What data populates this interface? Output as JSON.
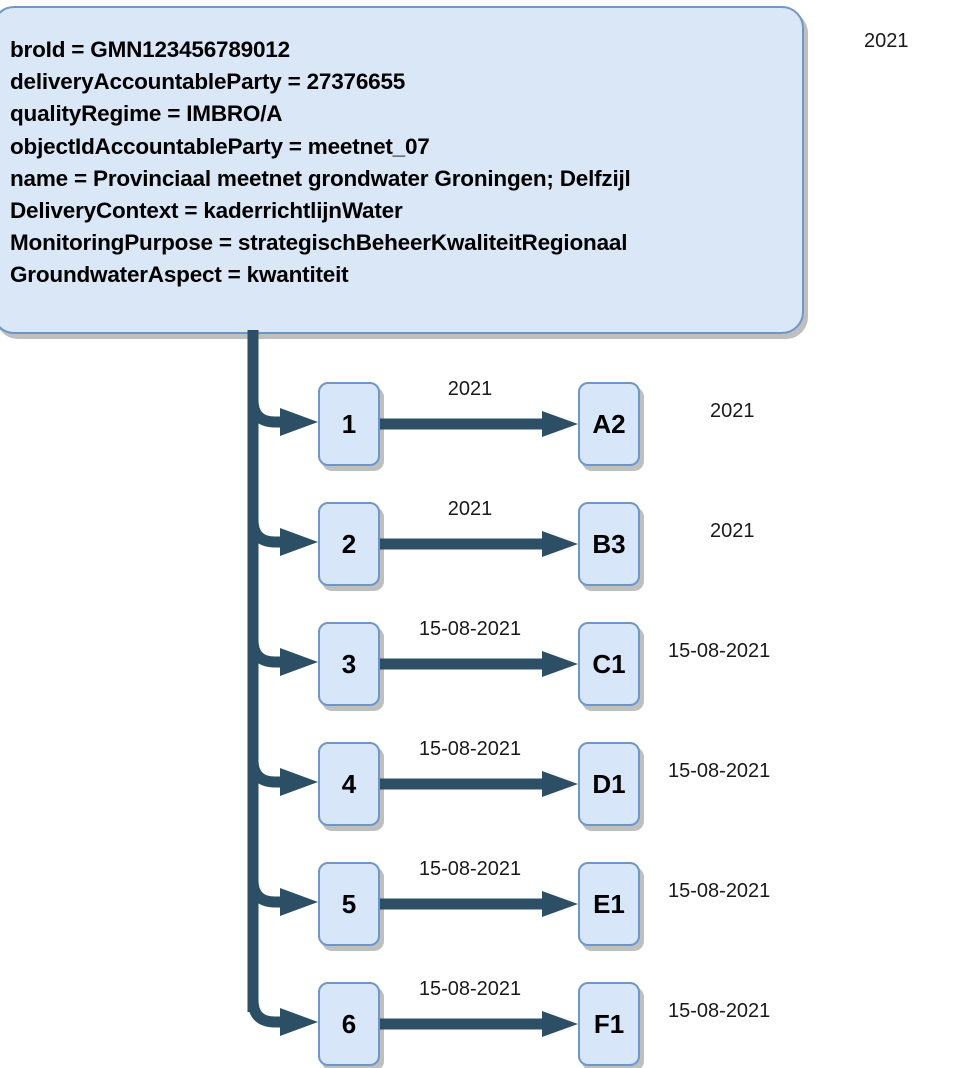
{
  "colors": {
    "box_fill": "#d7e6f9",
    "box_border": "#6f96c9",
    "meta_fill": "#dae7f7",
    "meta_border": "#7096c8",
    "shadow": "#bfbfbf",
    "connector": "#2d4f66",
    "text": "#000000"
  },
  "meta": {
    "lines": [
      "broId = GMN123456789012",
      "deliveryAccountableParty = 27376655",
      "qualityRegime = IMBRO/A",
      "objectIdAccountableParty = meetnet_07",
      "name = Provinciaal meetnet grondwater Groningen; Delfzijl",
      "DeliveryContext = kaderrichtlijnWater",
      "MonitoringPurpose = strategischBeheerKwaliteitRegionaal",
      "GroundwaterAspect = kwantiteit"
    ]
  },
  "corner_label": "2021",
  "rows": [
    {
      "source": "1",
      "edge_label": "2021",
      "target": "A2",
      "row_label": "2021",
      "long": false
    },
    {
      "source": "2",
      "edge_label": "2021",
      "target": "B3",
      "row_label": "2021",
      "long": false
    },
    {
      "source": "3",
      "edge_label": "15-08-2021",
      "target": "C1",
      "row_label": "15-08-2021",
      "long": true
    },
    {
      "source": "4",
      "edge_label": "15-08-2021",
      "target": "D1",
      "row_label": "15-08-2021",
      "long": true
    },
    {
      "source": "5",
      "edge_label": "15-08-2021",
      "target": "E1",
      "row_label": "15-08-2021",
      "long": true
    },
    {
      "source": "6",
      "edge_label": "15-08-2021",
      "target": "F1",
      "row_label": "15-08-2021",
      "long": true
    }
  ]
}
